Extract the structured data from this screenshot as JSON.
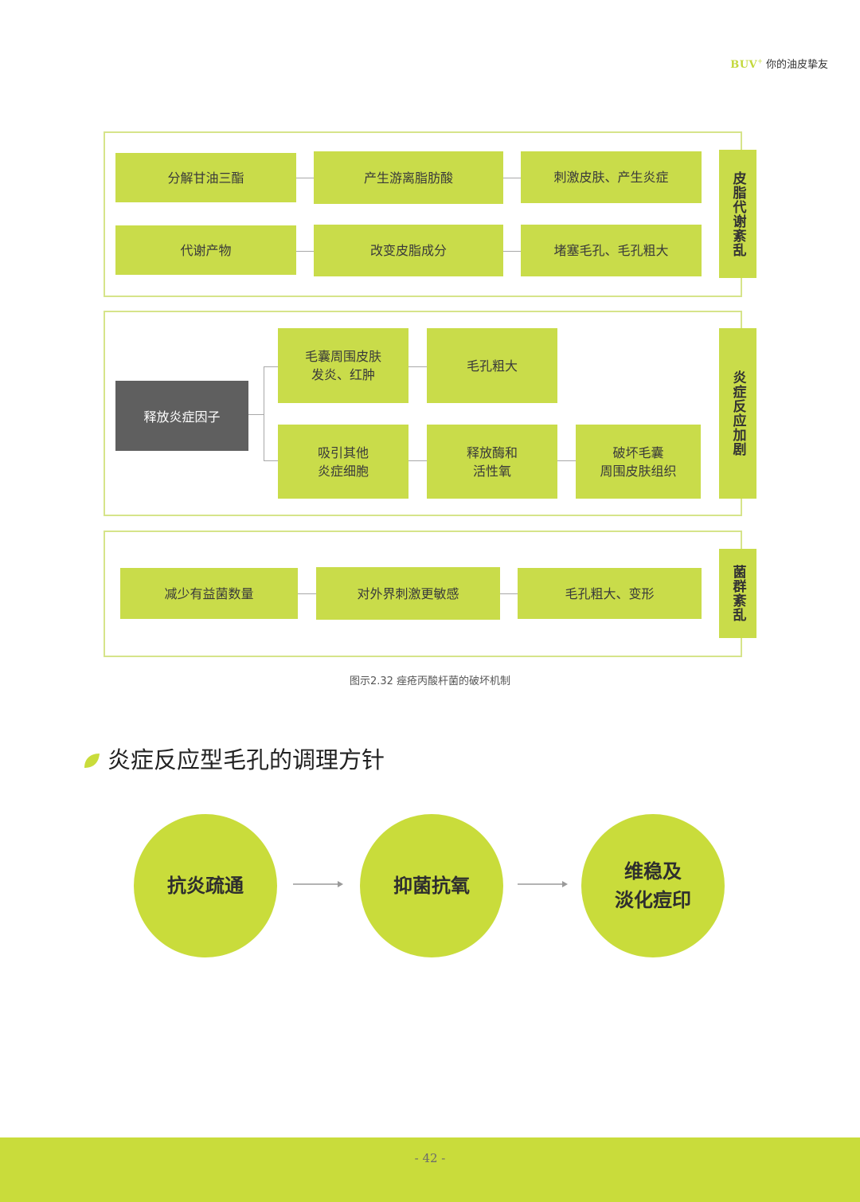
{
  "header": {
    "brand": "BUV",
    "tagline": "你的油皮挚友"
  },
  "sections": {
    "sebum": {
      "label": "皮脂代谢紊乱",
      "row1": [
        "分解甘油三酯",
        "产生游离脂肪酸",
        "刺激皮肤、产生炎症"
      ],
      "row2": [
        "代谢产物",
        "改变皮脂成分",
        "堵塞毛孔、毛孔粗大"
      ]
    },
    "inflammation": {
      "label": "炎症反应加剧",
      "root": "释放炎症因子",
      "upper": [
        [
          "毛囊周围皮肤",
          "发炎、红肿"
        ],
        [
          "毛孔粗大"
        ]
      ],
      "lower": [
        [
          "吸引其他",
          "炎症细胞"
        ],
        [
          "释放酶和",
          "活性氧"
        ],
        [
          "破坏毛囊",
          "周围皮肤组织"
        ]
      ]
    },
    "flora": {
      "label": "菌群紊乱",
      "row": [
        "减少有益菌数量",
        "对外界刺激更敏感",
        "毛孔粗大、变形"
      ]
    }
  },
  "caption": "图示2.32 痤疮丙酸杆菌的破坏机制",
  "section_title": "炎症反应型毛孔的调理方针",
  "steps": [
    [
      "抗炎疏通"
    ],
    [
      "抑菌抗氧"
    ],
    [
      "维稳及",
      "淡化痘印"
    ]
  ],
  "page_number": "- 42 -",
  "colors": {
    "accent": "#c9dc4a",
    "dark_box": "#5f5f5f",
    "frame": "#d6e48a",
    "footer": "#c9dc3b"
  },
  "icons": {
    "bullet": "leaf-icon",
    "arrow": "arrow-right-icon"
  }
}
